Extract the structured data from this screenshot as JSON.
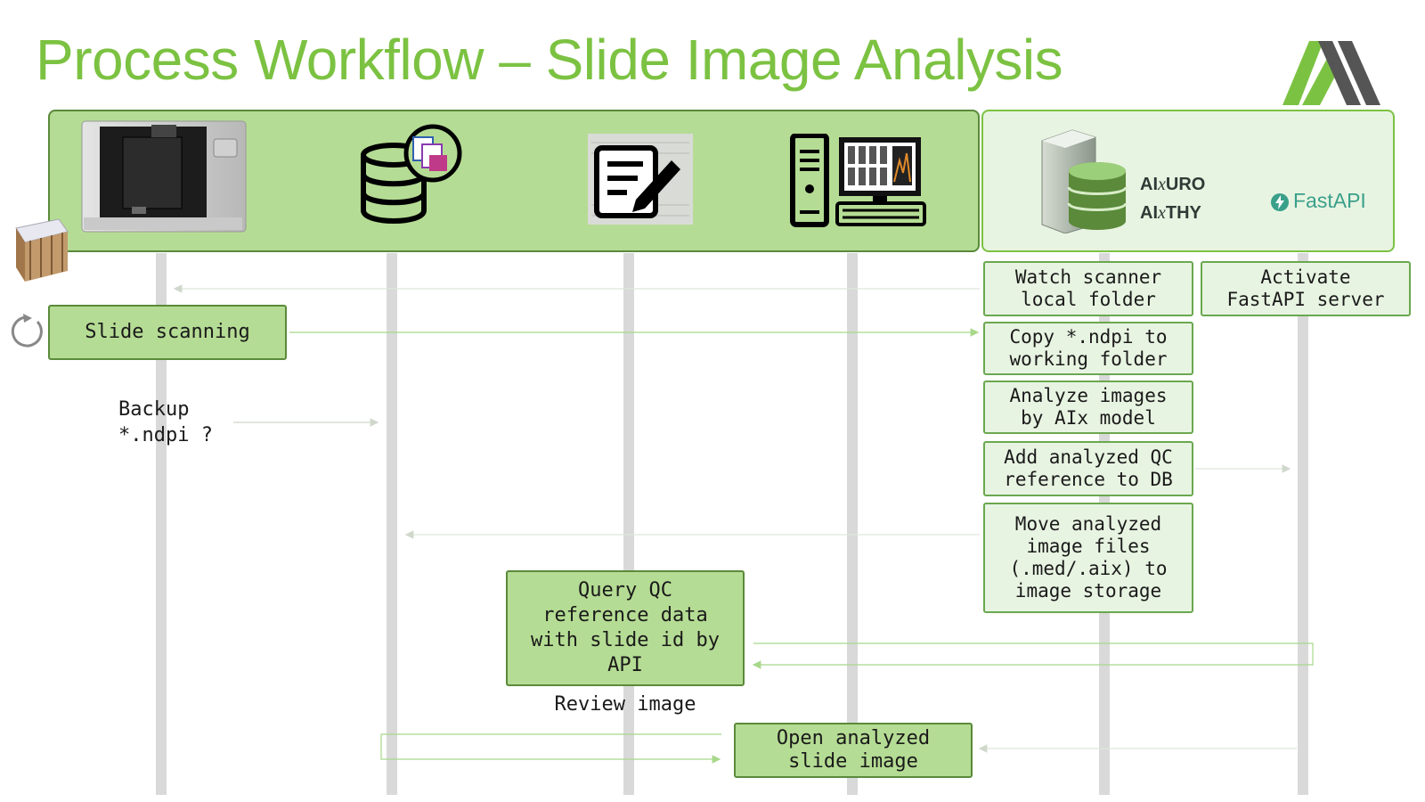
{
  "title": "Process Workflow – Slide Image Analysis",
  "brands": {
    "aix_uro_prefix": "AI",
    "aix_uro_x": "x",
    "aix_uro_suffix": "URO",
    "aix_thy_prefix": "AI",
    "aix_thy_x": "x",
    "aix_thy_suffix": "THY",
    "fastapi": "FastAPI"
  },
  "steps": {
    "slide_scanning": "Slide scanning",
    "backup": "Backup\n*.ndpi ?",
    "watch_folder": "Watch scanner\nlocal folder",
    "activate_fastapi": "Activate\nFastAPI server",
    "copy_ndpi": "Copy *.ndpi to\nworking folder",
    "analyze_images": "Analyze images\nby AIx model",
    "add_reference": "Add analyzed QC\nreference to DB",
    "move_files": "Move analyzed\nimage files\n(.med/.aix) to\nimage storage",
    "query_qc": "Query QC\nreference data\nwith slide id by\nAPI",
    "review_image": "Review image",
    "open_analyzed": "Open analyzed\nslide image"
  },
  "colors": {
    "accent": "#7cc242",
    "box_fill": "#b5dc94",
    "box_border": "#5a8a3a",
    "light_fill": "#e8f4e2",
    "lane": "#d9d9d9",
    "arrow": "#a8d88a"
  },
  "icons": [
    "scanner-icon",
    "slide-rack-icon",
    "database-icon",
    "report-edit-icon",
    "workstation-icon",
    "server-database-icon",
    "fastapi-icon",
    "refresh-icon",
    "company-logo"
  ]
}
